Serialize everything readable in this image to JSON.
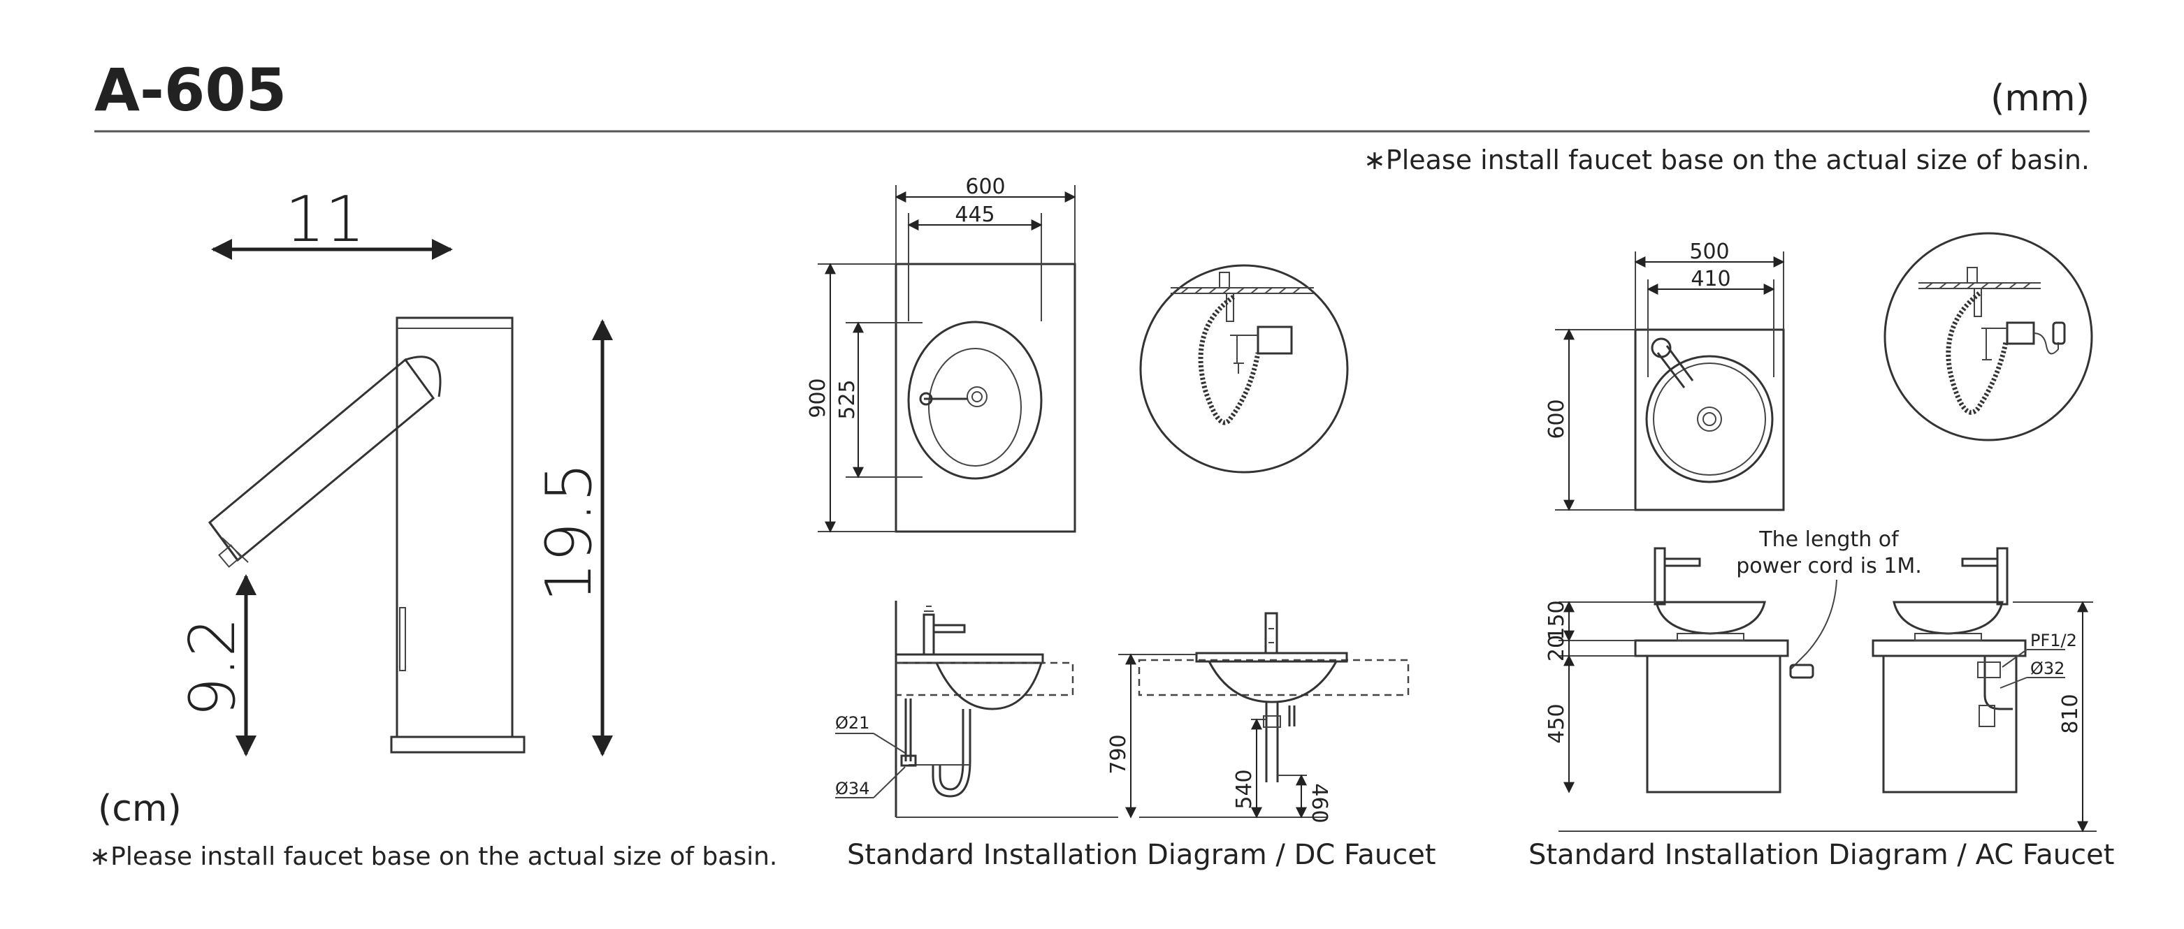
{
  "title": "A-605",
  "unit_top": "(mm)",
  "note_top": "∗Please install faucet base on the actual size of basin.",
  "left": {
    "dim_width": "11",
    "dim_height": "19.5",
    "dim_spout": "9.2",
    "unit": "(cm)",
    "note": "∗Please install faucet base on the actual size of basin."
  },
  "dc": {
    "dim_600": "600",
    "dim_445": "445",
    "dim_900": "900",
    "dim_525": "525",
    "dim_phi21": "Ø21",
    "dim_phi34": "Ø34",
    "dim_790": "790",
    "dim_540": "540",
    "dim_460": "460",
    "caption": "Standard Installation Diagram / DC Faucet"
  },
  "ac": {
    "dim_500": "500",
    "dim_410": "410",
    "dim_600": "600",
    "cord_line1": "The length of",
    "cord_line2": "power cord is 1M.",
    "dim_150": "150",
    "dim_20": "20",
    "dim_450": "450",
    "dim_810": "810",
    "dim_pf": "PF1/2",
    "dim_phi32": "Ø32",
    "caption": "Standard Installation Diagram / AC Faucet"
  }
}
